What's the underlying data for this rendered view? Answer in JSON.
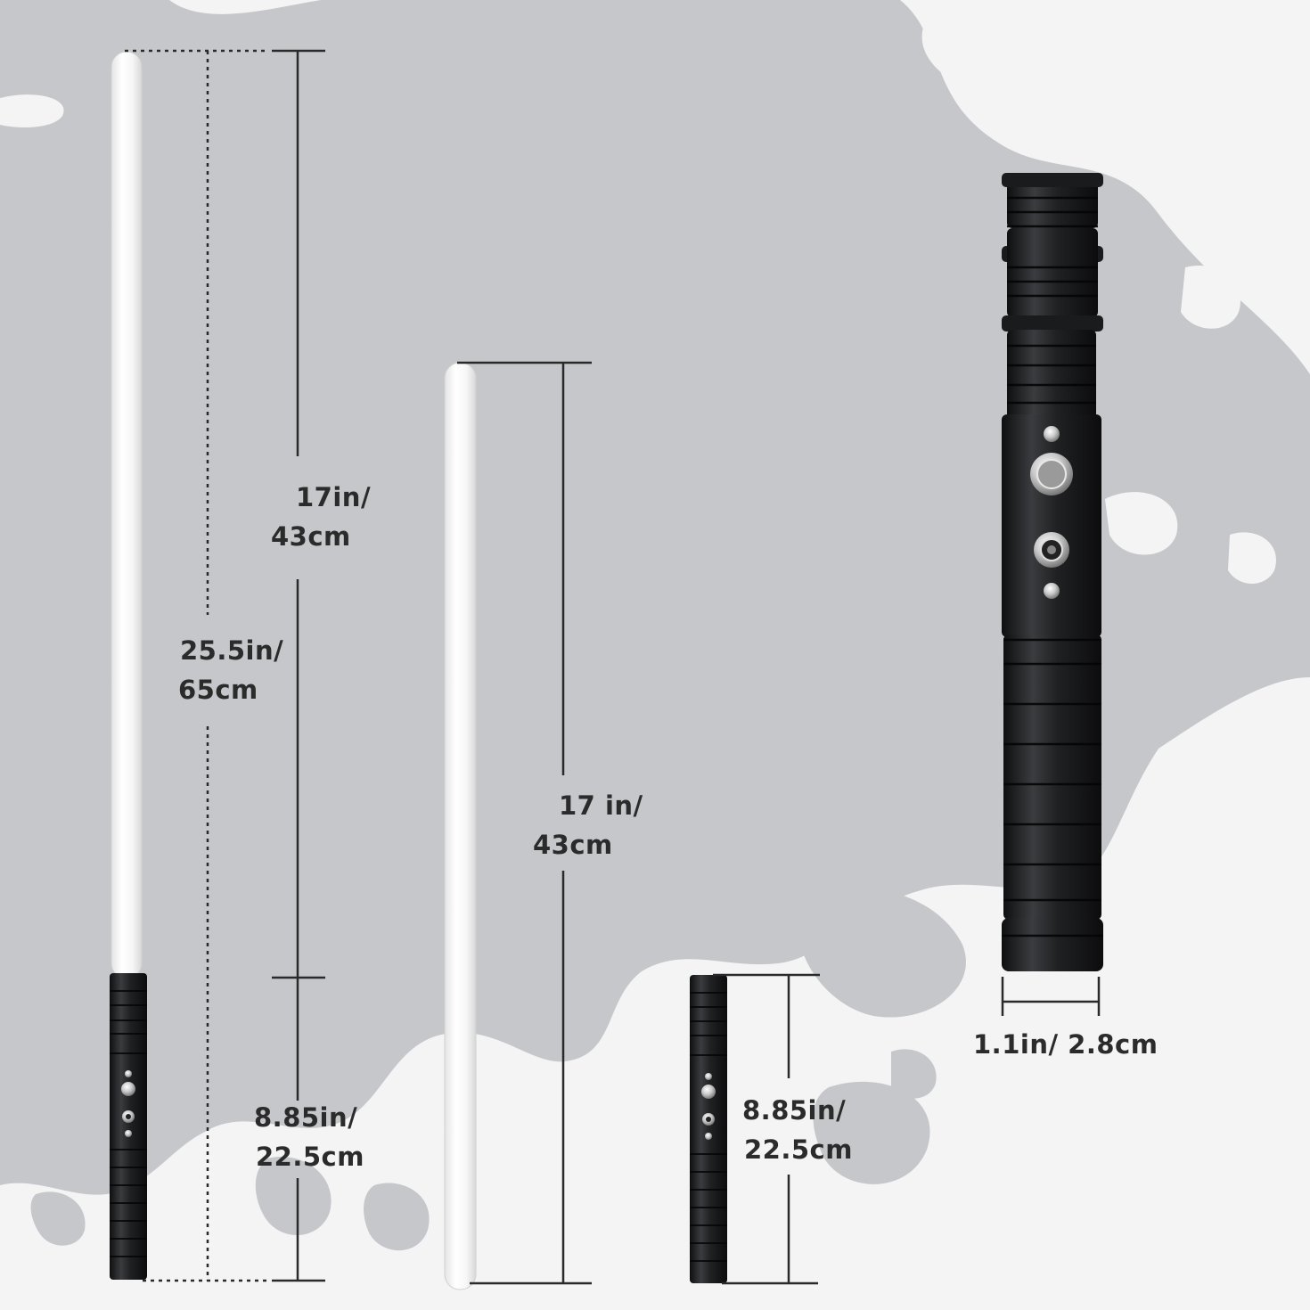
{
  "colors": {
    "background": "#f4f4f4",
    "splash": "#c6c7ca",
    "hilt": "#1b1c1e",
    "blade": "#f8f8f8",
    "dimension_line": "#2a2a2a",
    "label_text": "#2b2b2b"
  },
  "products": {
    "full_saber": {
      "blade_label": [
        "17in/",
        "43cm"
      ],
      "total_label": [
        "25.5in/",
        "65cm"
      ],
      "hilt_label": [
        "8.85in/",
        "22.5cm"
      ]
    },
    "detached": {
      "blade_label": [
        "17 in/",
        "43cm"
      ],
      "hilt_label": [
        "8.85in/",
        "22.5cm"
      ]
    },
    "hilt_closeup": {
      "diameter_label": "1.1in/ 2.8cm"
    }
  }
}
